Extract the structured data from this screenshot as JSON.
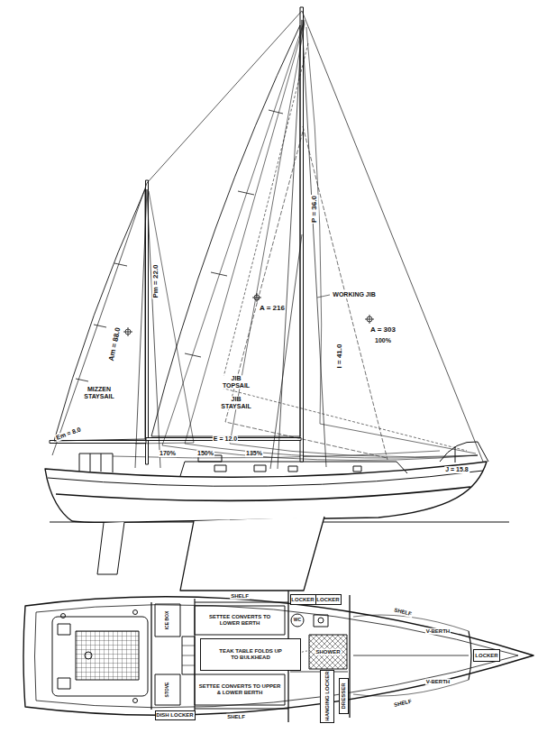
{
  "diagram": {
    "nodes": [
      {
        "text": [
          "LOCKER"
        ]
      },
      {
        "text": [
          "LOCKER"
        ]
      },
      {
        "text": [
          "TEAK TABLE FOLDS UP TO BULKHEAD"
        ]
      },
      {
        "text": [
          "DISH LOCKER"
        ]
      },
      {
        "text": [
          "HANGING LOCKER"
        ]
      },
      {
        "text": [
          "DRESSER"
        ]
      },
      {
        "text": [
          "LOCKER"
        ]
      }
    ],
    "labels": [
      "P = 36.0",
      "A = 216",
      "WORKING JIB",
      "A = 303",
      "100%",
      "I = 41.0",
      "Pm = 22.0",
      "Am = 88.0",
      "MIZZEN STAYSAIL",
      "Em = 8.0",
      "E = 12.0",
      "JIB TOPSAIL",
      "JIB STAYSAIL",
      "170%",
      "150%",
      "135%",
      "J = 15.8",
      "SHELF",
      "SETTEE CONVERTS TO LOWER BERTH",
      "SHOWER",
      "WC",
      "SHELF",
      "V-BERTH",
      "V-BERTH",
      "SHELF",
      "SETTEE CONVERTS TO UPPER & LOWER BERTH",
      "SHELF",
      "ICE BOX",
      "STOVE"
    ]
  }
}
